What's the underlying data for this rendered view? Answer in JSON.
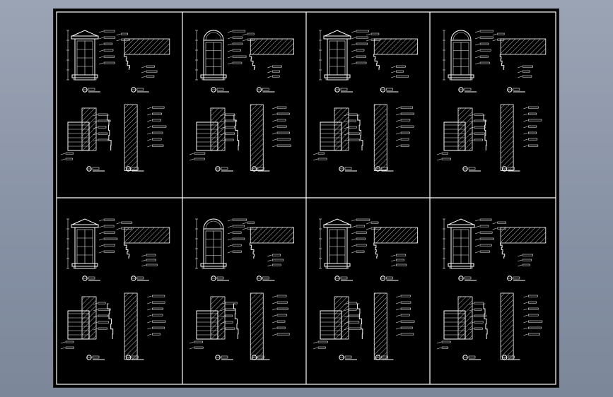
{
  "sheet": {
    "panel_count": 8,
    "columns": 4,
    "rows": 2
  }
}
